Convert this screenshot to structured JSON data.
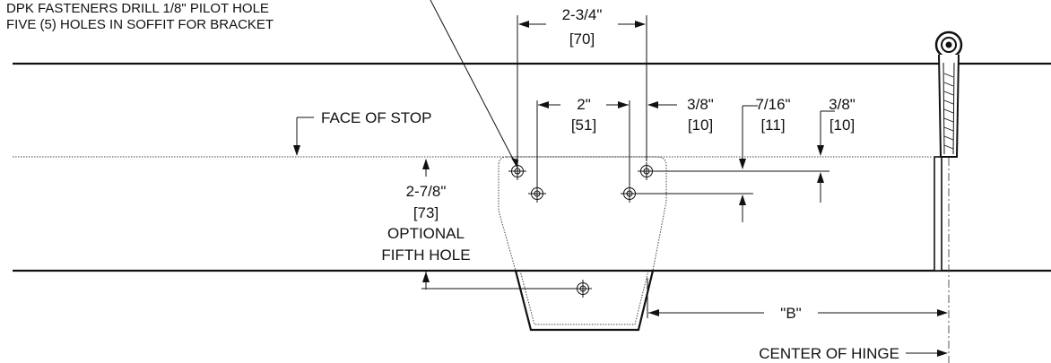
{
  "callout": {
    "line1": "DPK FASTENERS DRILL 1/8\" PILOT HOLE",
    "line2": "FIVE (5) HOLES IN SOFFIT FOR BRACKET"
  },
  "face_of_stop": "FACE OF STOP",
  "dim_overall": {
    "frac": "2-3/4\"",
    "mm": "[70]"
  },
  "dim_inner": {
    "frac": "2\"",
    "mm": "[51]"
  },
  "dim_a": {
    "frac": "3/8\"",
    "mm": "[10]"
  },
  "dim_b": {
    "frac": "7/16\"",
    "mm": "[11]"
  },
  "dim_c": {
    "frac": "3/8\"",
    "mm": "[10]"
  },
  "dim_vert": {
    "frac": "2-7/8\"",
    "mm": "[73]",
    "note1": "OPTIONAL",
    "note2": "FIFTH HOLE"
  },
  "dim_b_label": "\"B\"",
  "center_of_hinge": "CENTER OF HINGE"
}
